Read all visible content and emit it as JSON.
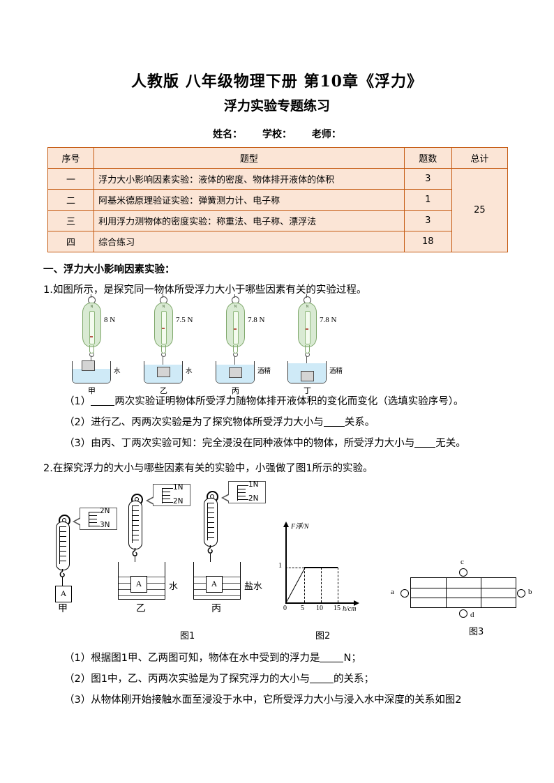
{
  "header": {
    "title_main": "人教版 八年级物理下册 第10章《浮力》",
    "title_sub": "浮力实验专题练习",
    "meta": {
      "name": "姓名：",
      "school": "学校：",
      "teacher": "老师："
    }
  },
  "summary_table": {
    "columns": [
      "序号",
      "题型",
      "题数",
      "总计"
    ],
    "rows": [
      {
        "index": "一",
        "type": "浮力大小影响因素实验：液体的密度、物体排开液体的体积",
        "count": "3"
      },
      {
        "index": "二",
        "type": "阿基米德原理验证实验：弹簧测力计、电子称",
        "count": "1"
      },
      {
        "index": "三",
        "type": "利用浮力测物体的密度实验：称重法、电子称、漂浮法",
        "count": "3"
      },
      {
        "index": "四",
        "type": "综合练习",
        "count": "18"
      }
    ],
    "total": "25",
    "fill_color": "#fbe5d6",
    "border_color": "#c55a11"
  },
  "section1": {
    "heading": "一、浮力大小影响因素实验：",
    "q1": {
      "stem": "1.如图所示，是探究同一物体所受浮力大小于哪些因素有关的实验过程。",
      "figure": {
        "setups": [
          {
            "label": "甲",
            "reading": "8 N",
            "liquid": "水",
            "needle_pct": 78,
            "liquid_h": 20,
            "block_top": 92,
            "block_left": 14
          },
          {
            "label": "乙",
            "reading": "7.5 N",
            "liquid": "水",
            "needle_pct": 58,
            "liquid_h": 26,
            "block_top": 100,
            "block_left": 19
          },
          {
            "label": "丙",
            "reading": "7.8 N",
            "liquid": "酒精",
            "needle_pct": 60,
            "liquid_h": 26,
            "block_top": 101,
            "block_left": 19
          },
          {
            "label": "丁",
            "reading": "7.8 N",
            "liquid": "酒精",
            "needle_pct": 60,
            "liquid_h": 28,
            "block_top": 106,
            "block_left": 22
          }
        ]
      },
      "parts": [
        {
          "num": "（1）",
          "before": "",
          "after": "两次实验证明物体所受浮力随物体排开液体积的变化而变化（选填实验序号）。"
        },
        {
          "num": "（2）",
          "before": "进行乙、丙两次实验是为了探究物体所受浮力大小与",
          "after": "关系。"
        },
        {
          "num": "（3）",
          "before": "由丙、丁两次实验可知：完全浸没在同种液体中的物体，所受浮力大小与",
          "after": "无关。"
        }
      ]
    },
    "q2": {
      "stem": "2.在探究浮力的大小与哪些因素有关的实验中，小强做了图1所示的实验。",
      "fig1": {
        "caption": "图1",
        "setups": [
          {
            "label": "甲",
            "callout_top": "2N",
            "callout_bottom": "3N",
            "liquid": ""
          },
          {
            "label": "乙",
            "callout_top": "1N",
            "callout_bottom": "2N",
            "liquid": "水"
          },
          {
            "label": "丙",
            "callout_top": "1N",
            "callout_bottom": "2N",
            "liquid": "盐水"
          }
        ],
        "block_label": "A"
      },
      "fig2": {
        "caption": "图2",
        "chart_data": {
          "type": "line",
          "title": "",
          "ylabel": "F浮/N",
          "xlabel": "h/cm",
          "x": [
            0,
            5,
            10,
            15
          ],
          "y": [
            0,
            1,
            1,
            1
          ],
          "xticks": [
            "0",
            "5",
            "10",
            "15"
          ],
          "yticks": [
            "1"
          ],
          "xlim": [
            0,
            17
          ],
          "ylim": [
            0,
            1.6
          ],
          "grid": false,
          "dashed_guides": {
            "horizontal_at_y": 1,
            "vertical_at_x": [
              5,
              10,
              15
            ]
          },
          "legend": null
        }
      },
      "fig3": {
        "caption": "图3",
        "points": [
          {
            "id": "a",
            "position": "left"
          },
          {
            "id": "b",
            "position": "right"
          },
          {
            "id": "c",
            "position": "top"
          },
          {
            "id": "d",
            "position": "bottom"
          }
        ],
        "rows": 3,
        "cols": 3
      },
      "parts": [
        {
          "num": "（1）",
          "before": "根据图1甲、乙两图可知，物体在水中受到的浮力是",
          "after": "N；"
        },
        {
          "num": "（2）",
          "before": "图1中，乙、丙两次实验是为了探究浮力的大小与",
          "after": "的关系；"
        },
        {
          "num": "（3）",
          "before": "从物体刚开始接触水面至浸没于水中，它所受浮力大小与浸入水中深度的关系如图2",
          "after": ""
        }
      ]
    }
  }
}
